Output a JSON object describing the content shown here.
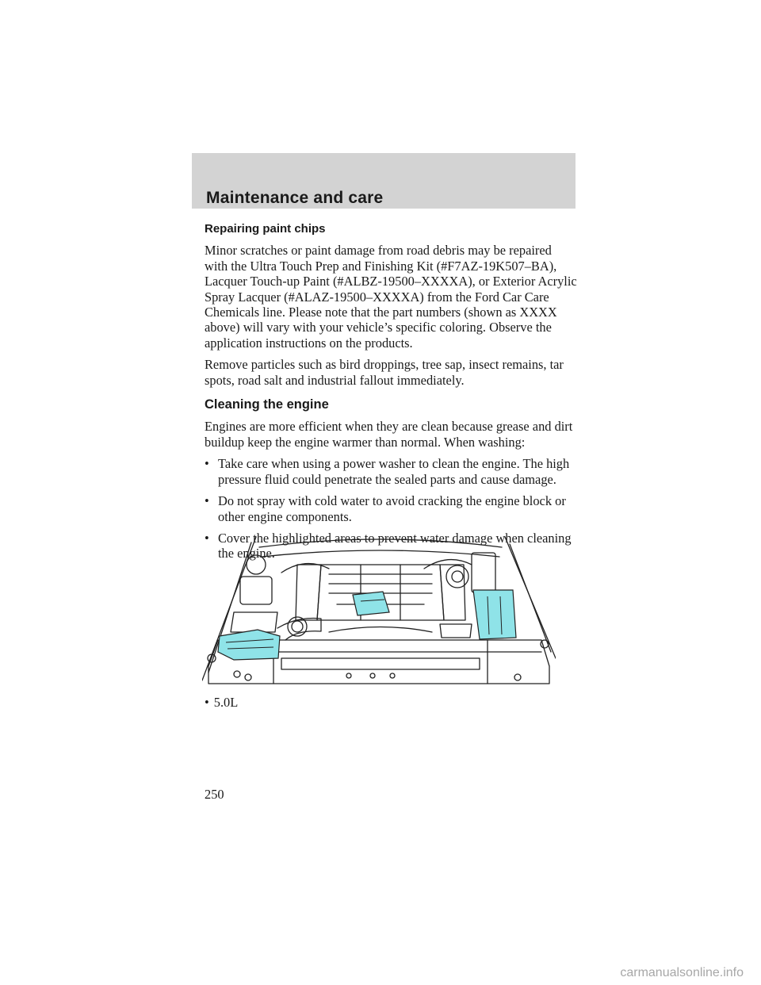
{
  "header": {
    "title": "Maintenance and care"
  },
  "section1": {
    "heading": "Repairing paint chips",
    "para1": "Minor scratches or paint damage from road debris may be repaired with the Ultra Touch Prep and Finishing Kit (#F7AZ-19K507–BA), Lacquer Touch-up Paint (#ALBZ-19500–XXXXA), or Exterior Acrylic Spray Lacquer (#ALAZ-19500–XXXXA) from the Ford Car Care Chemicals line. Please note that the part numbers (shown as XXXX above) will vary with your vehicle’s specific coloring. Observe the application instructions on the products.",
    "para2": "Remove particles such as bird droppings, tree sap, insect remains, tar spots, road salt and industrial fallout immediately."
  },
  "section2": {
    "heading": "Cleaning the engine",
    "intro": "Engines are more efficient when they are clean because grease and dirt buildup keep the engine warmer than normal. When washing:",
    "bullets": [
      "Take care when using a power washer to clean the engine. The high pressure fluid could penetrate the sealed parts and cause damage.",
      "Do not spray with cold water to avoid cracking the engine block or other engine components.",
      "Cover the highlighted areas to prevent water damage when cleaning the engine."
    ]
  },
  "bullet_symbol": "•",
  "figure": {
    "caption": "5.0L",
    "highlight_color": "#8fe3e8"
  },
  "page_number": "250",
  "watermark": "carmanualsonline.info"
}
